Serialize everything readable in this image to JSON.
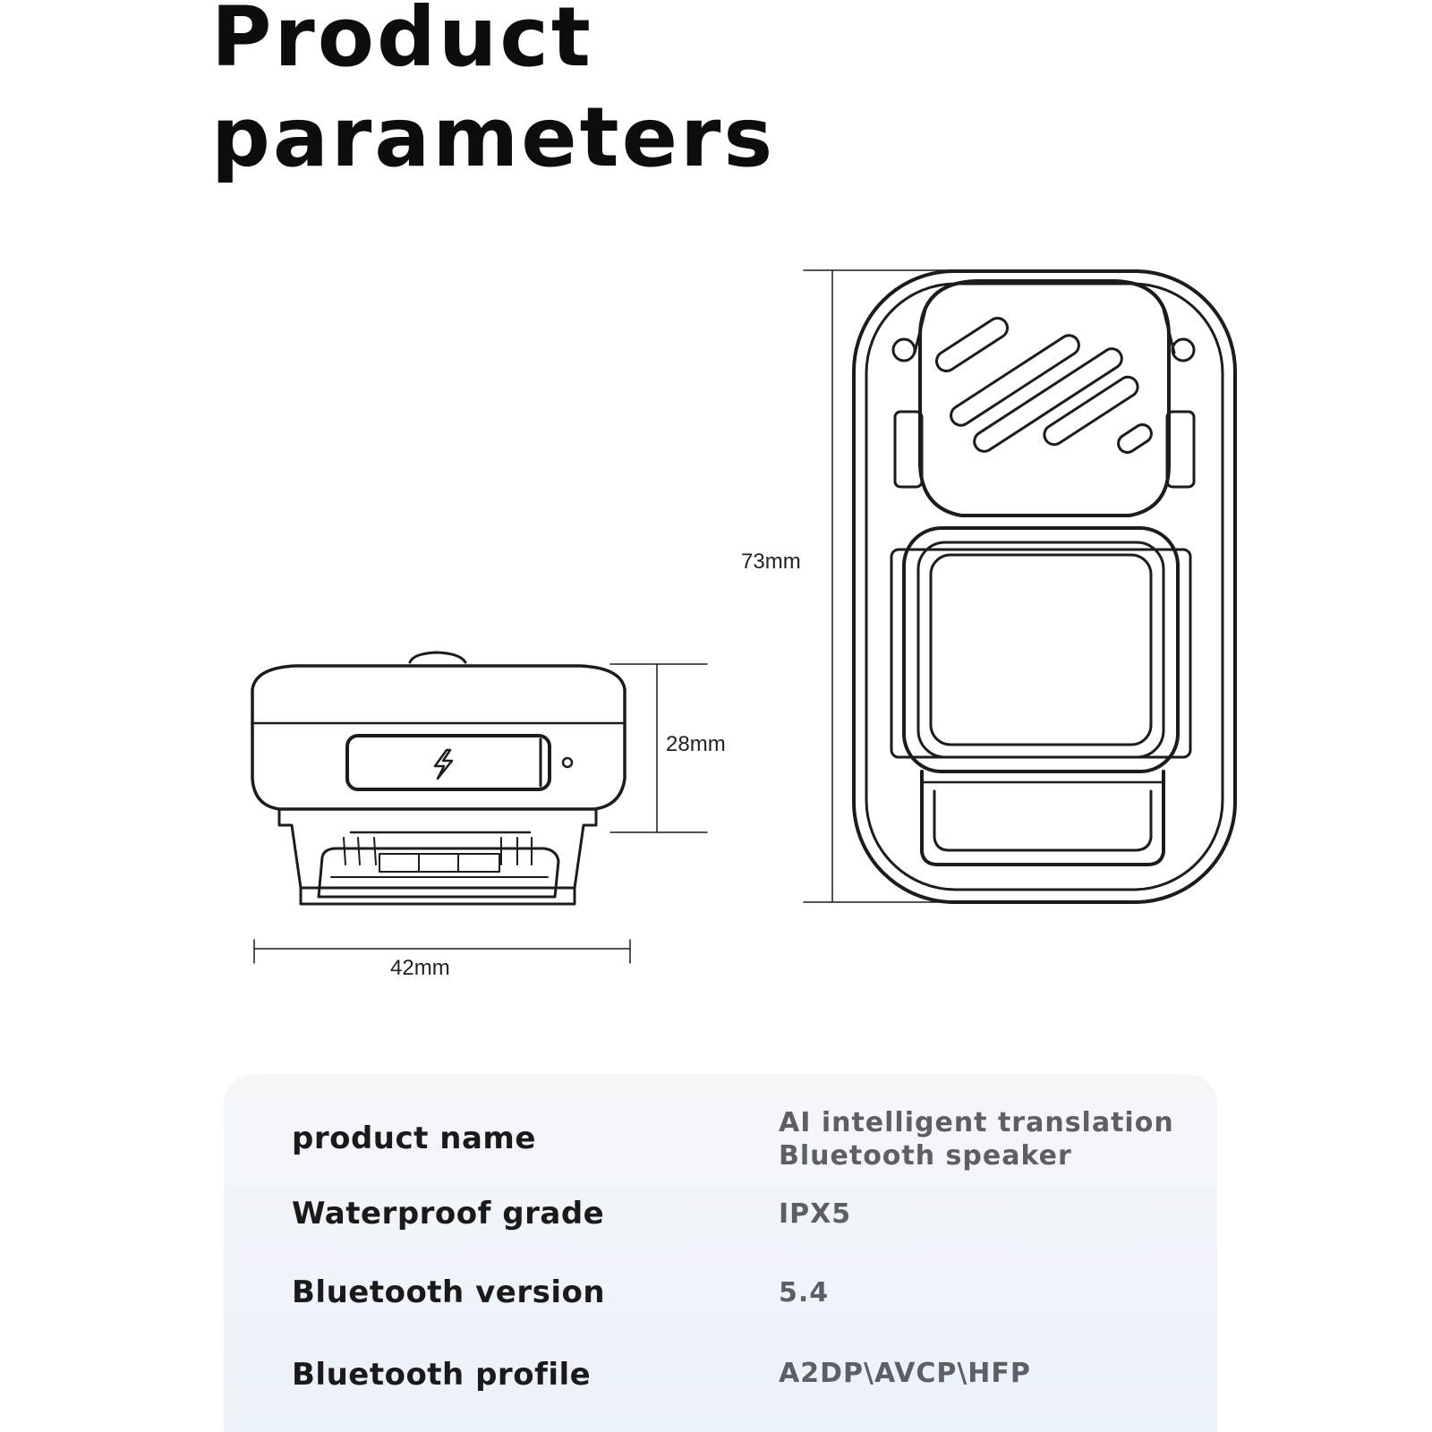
{
  "title": {
    "line1": "Product",
    "line2": "parameters"
  },
  "dimensions": {
    "width": "42mm",
    "height": "28mm",
    "length": "73mm"
  },
  "specs": {
    "rows": [
      {
        "key": "product name",
        "value_line1": "AI intelligent translation",
        "value_line2": "Bluetooth speaker"
      },
      {
        "key": "Waterproof grade",
        "value_line1": "IPX5",
        "value_line2": ""
      },
      {
        "key": "Bluetooth version",
        "value_line1": "5.4",
        "value_line2": ""
      },
      {
        "key": "Bluetooth profile",
        "value_line1": "A2DP\\AVCP\\HFP",
        "value_line2": ""
      }
    ]
  },
  "icons": [
    "lightning-icon"
  ],
  "colors": {
    "panel_bg": "#eef3f9",
    "text_dark": "#1a1a1a",
    "text_value": "#5c6066",
    "outline": "#1c1c1c"
  }
}
